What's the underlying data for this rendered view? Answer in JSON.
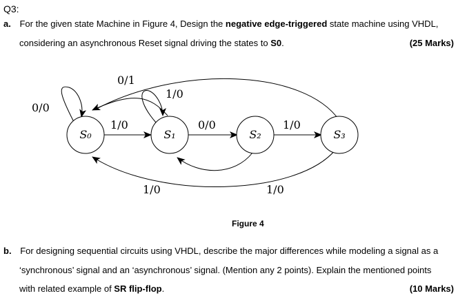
{
  "question": {
    "number": "Q3:"
  },
  "part_a": {
    "letter": "a.",
    "line1_pre": "For the given state Machine in Figure 4, Design the ",
    "line1_bold": "negative edge-triggered",
    "line1_post": " state machine using VHDL,",
    "line2_pre": "considering an asynchronous Reset signal driving the states to ",
    "line2_bold": "S0",
    "line2_post": ".",
    "marks": "(25 Marks)"
  },
  "figure": {
    "caption": "Figure 4",
    "states": [
      {
        "id": "S0",
        "label": "S₀"
      },
      {
        "id": "S1",
        "label": "S₁"
      },
      {
        "id": "S2",
        "label": "S₂"
      },
      {
        "id": "S3",
        "label": "S₃"
      }
    ],
    "transitions": {
      "s0_self": "0/0",
      "s1_to_s0": "0/1",
      "s1_self": "1/0",
      "s0_to_s1": "1/0",
      "s1_to_s2": "0/0",
      "s2_to_s3": "1/0",
      "s3_to_s0": "1/0",
      "s2_to_s1": "1/0"
    }
  },
  "part_b": {
    "letter": "b.",
    "line1": "For designing sequential circuits using VHDL, describe the major differences while modeling a signal as a",
    "line2": "‘synchronous’ signal and an ‘asynchronous’ signal. (Mention any 2 points). Explain the mentioned points",
    "line3_pre": "with related example of ",
    "line3_bold": "SR flip-flop",
    "line3_post": ".",
    "marks": "(10 Marks)"
  }
}
